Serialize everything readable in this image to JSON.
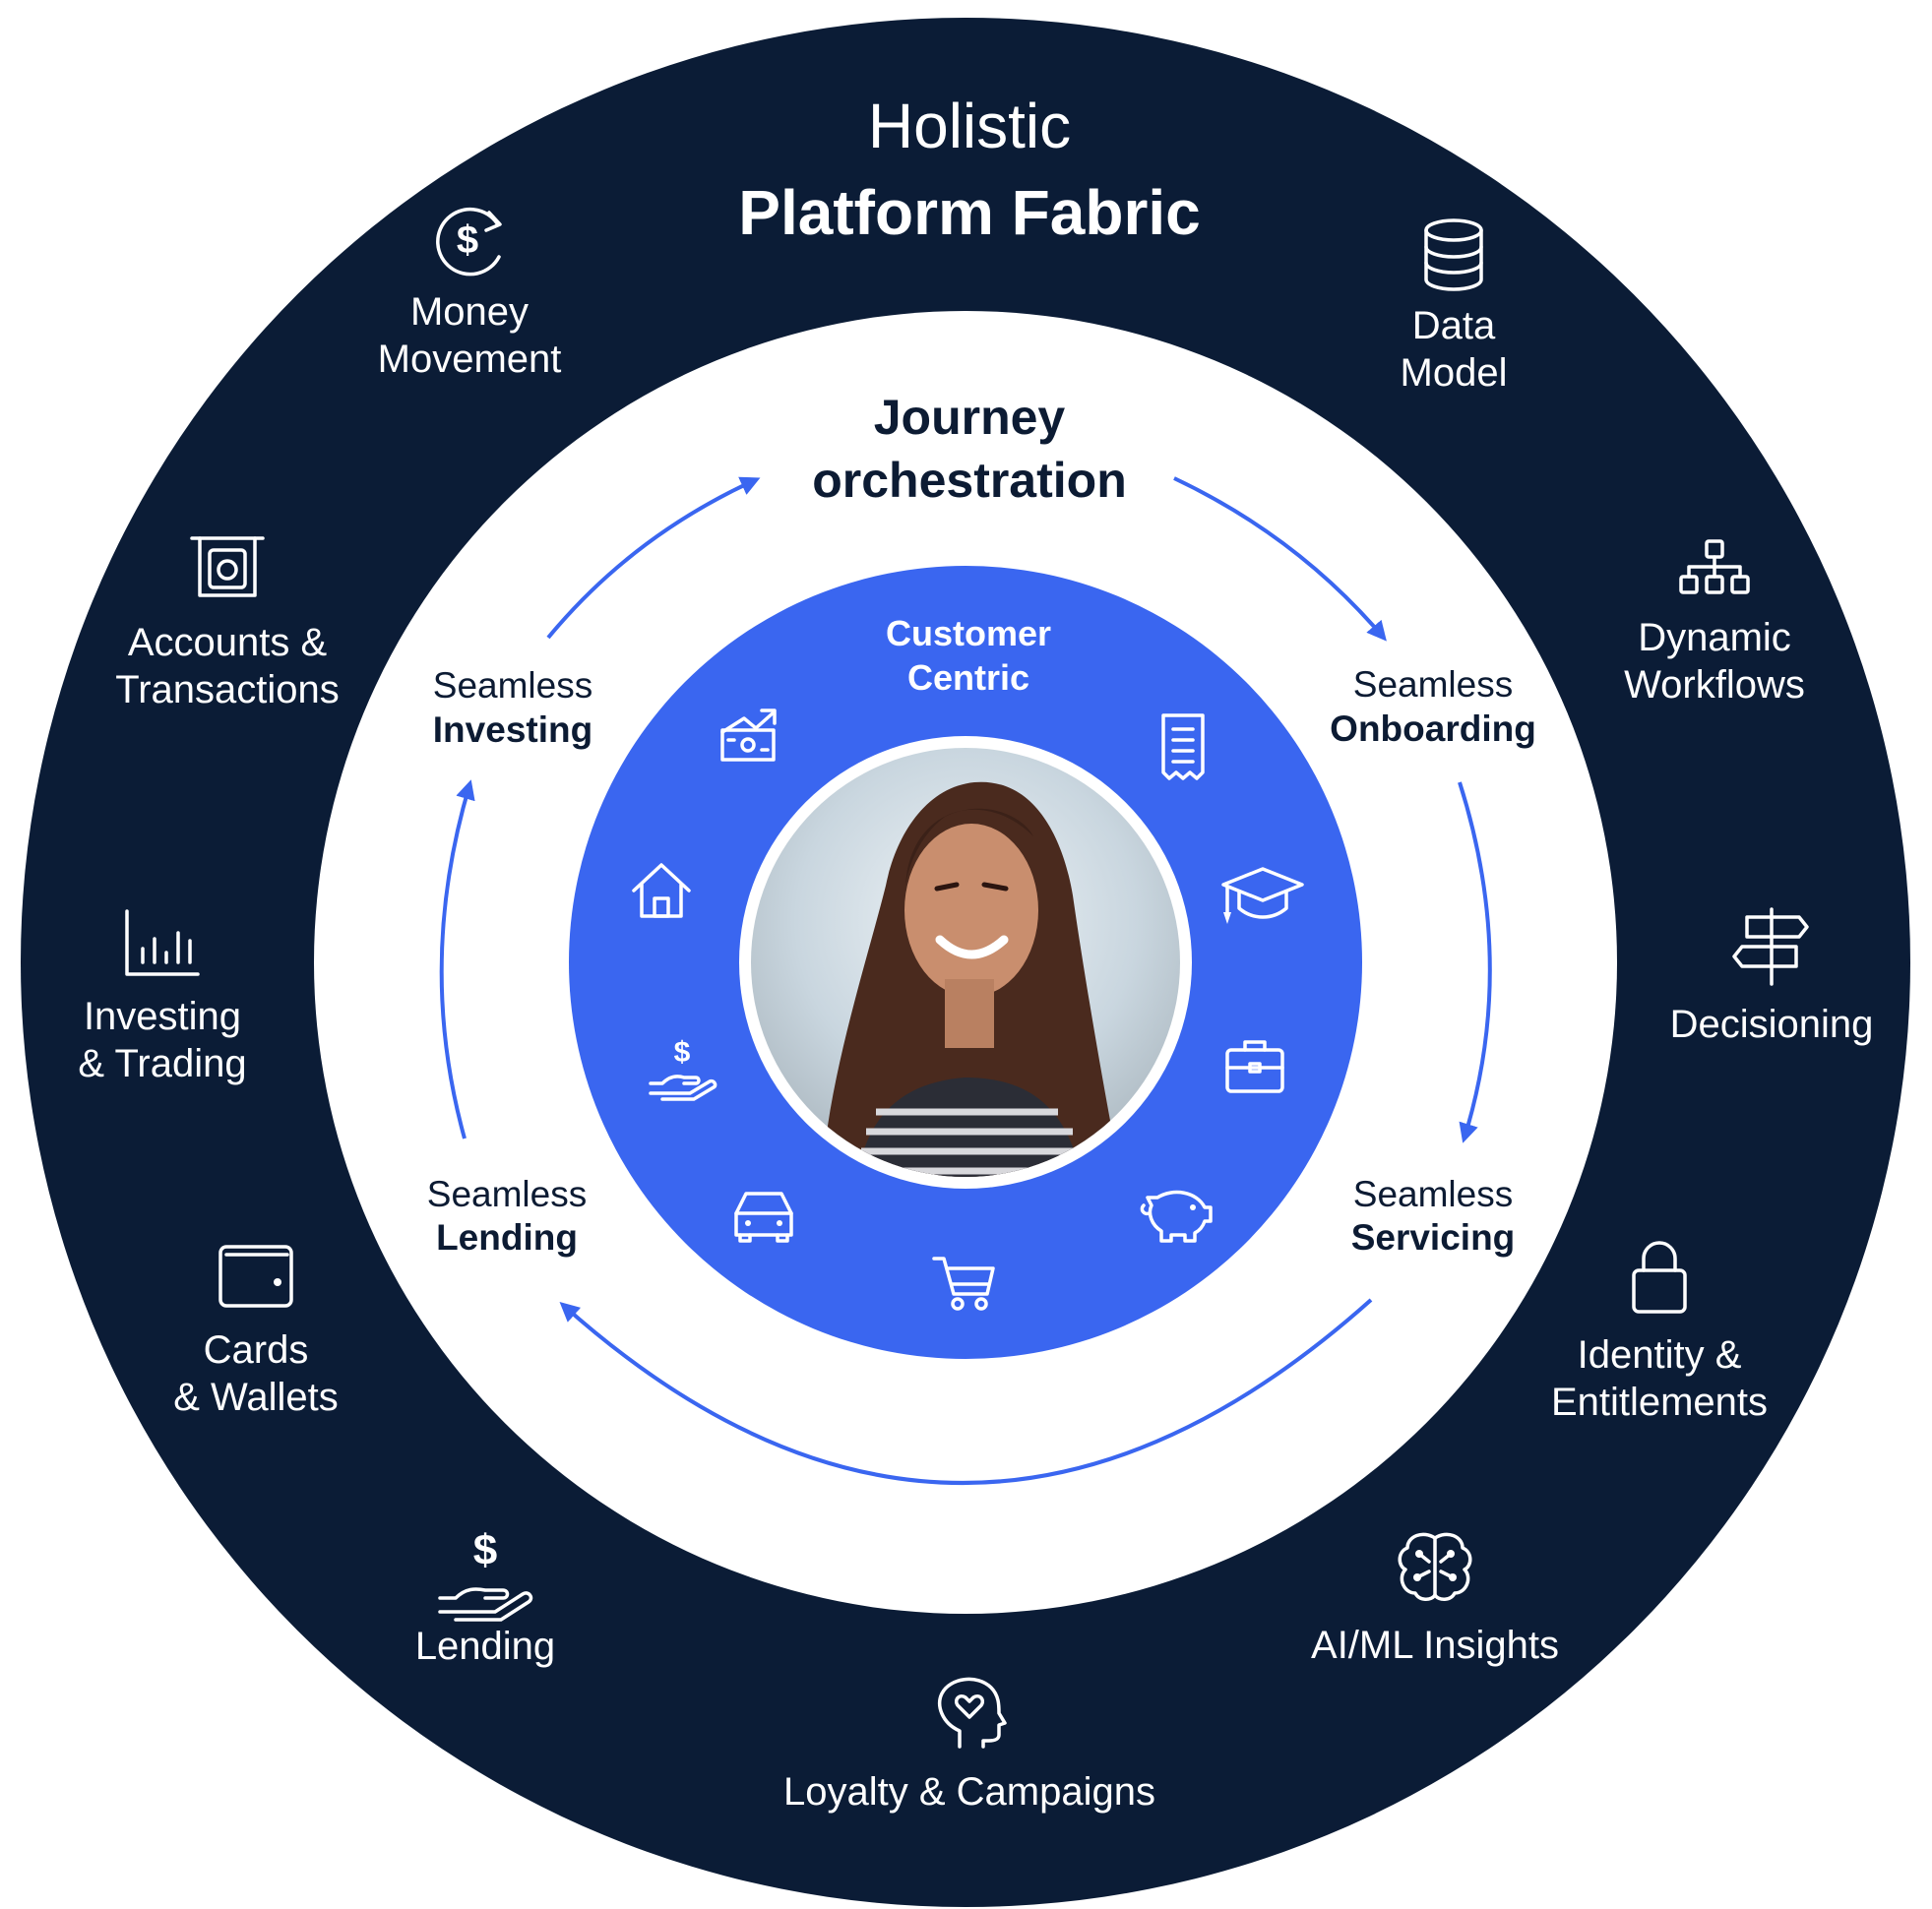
{
  "colors": {
    "outer_ring": "#0b1c36",
    "middle_ring": "#ffffff",
    "inner_ring": "#3a66f0",
    "arrow": "#3a66f0",
    "dark_text": "#0c1b33"
  },
  "outer": {
    "title_line1": "Holistic",
    "title_line2": "Platform Fabric",
    "items": [
      {
        "icon": "money-cycle-icon",
        "lines": [
          "Money",
          "Movement"
        ]
      },
      {
        "icon": "database-icon",
        "lines": [
          "Data",
          "Model"
        ]
      },
      {
        "icon": "hierarchy-icon",
        "lines": [
          "Dynamic",
          "Workflows"
        ]
      },
      {
        "icon": "signpost-icon",
        "lines": [
          "Decisioning"
        ]
      },
      {
        "icon": "lock-icon",
        "lines": [
          "Identity &",
          "Entitlements"
        ]
      },
      {
        "icon": "brain-icon",
        "lines": [
          "AI/ML Insights"
        ]
      },
      {
        "icon": "head-heart-icon",
        "lines": [
          "Loyalty & Campaigns"
        ]
      },
      {
        "icon": "hand-dollar-icon",
        "lines": [
          "Lending"
        ]
      },
      {
        "icon": "wallet-icon",
        "lines": [
          "Cards",
          "& Wallets"
        ]
      },
      {
        "icon": "bar-chart-icon",
        "lines": [
          "Investing",
          "& Trading"
        ]
      },
      {
        "icon": "atm-icon",
        "lines": [
          "Accounts &",
          "Transactions"
        ]
      }
    ]
  },
  "journey": {
    "title_line1": "Journey",
    "title_line2": "orchestration",
    "stages": [
      {
        "light": "Seamless",
        "bold": "Onboarding"
      },
      {
        "light": "Seamless",
        "bold": "Servicing"
      },
      {
        "light": "Seamless",
        "bold": "Lending"
      },
      {
        "light": "Seamless",
        "bold": "Investing"
      }
    ]
  },
  "center": {
    "title_line1": "Customer",
    "title_line2": "Centric",
    "icons": [
      "receipt-icon",
      "graduation-cap-icon",
      "briefcase-icon",
      "piggy-bank-icon",
      "shopping-cart-icon",
      "car-icon",
      "hand-dollar-icon",
      "house-icon",
      "money-growth-icon"
    ],
    "dollar_symbol": "$",
    "photo": "customer-photo"
  }
}
